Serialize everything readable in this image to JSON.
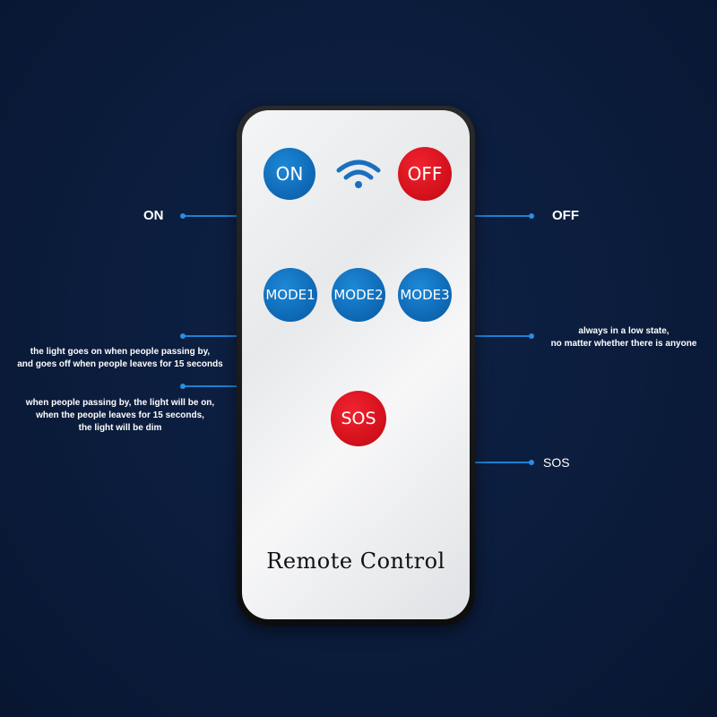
{
  "remote": {
    "buttons": {
      "on": "ON",
      "off": "OFF",
      "mode1": "MODE1",
      "mode2": "MODE2",
      "mode3": "MODE3",
      "sos": "SOS"
    },
    "brand_label": "Remote Control",
    "signal_icon": "wifi-icon"
  },
  "annotations": {
    "on": "ON",
    "off": "OFF",
    "mode1": [
      "the light goes on when people passing by,",
      "and goes off when people leaves for 15 seconds"
    ],
    "mode2": [
      "when people passing by, the light will be on,",
      "when the people leaves for 15 seconds,",
      "the light will be dim"
    ],
    "mode3": [
      "always in a low state,",
      "no matter whether there is anyone"
    ],
    "sos": "SOS"
  },
  "colors": {
    "background": "#0b1c3c",
    "button_blue": "#0f6bb8",
    "button_red": "#d5121d",
    "leader_line": "#1f7fd1"
  }
}
